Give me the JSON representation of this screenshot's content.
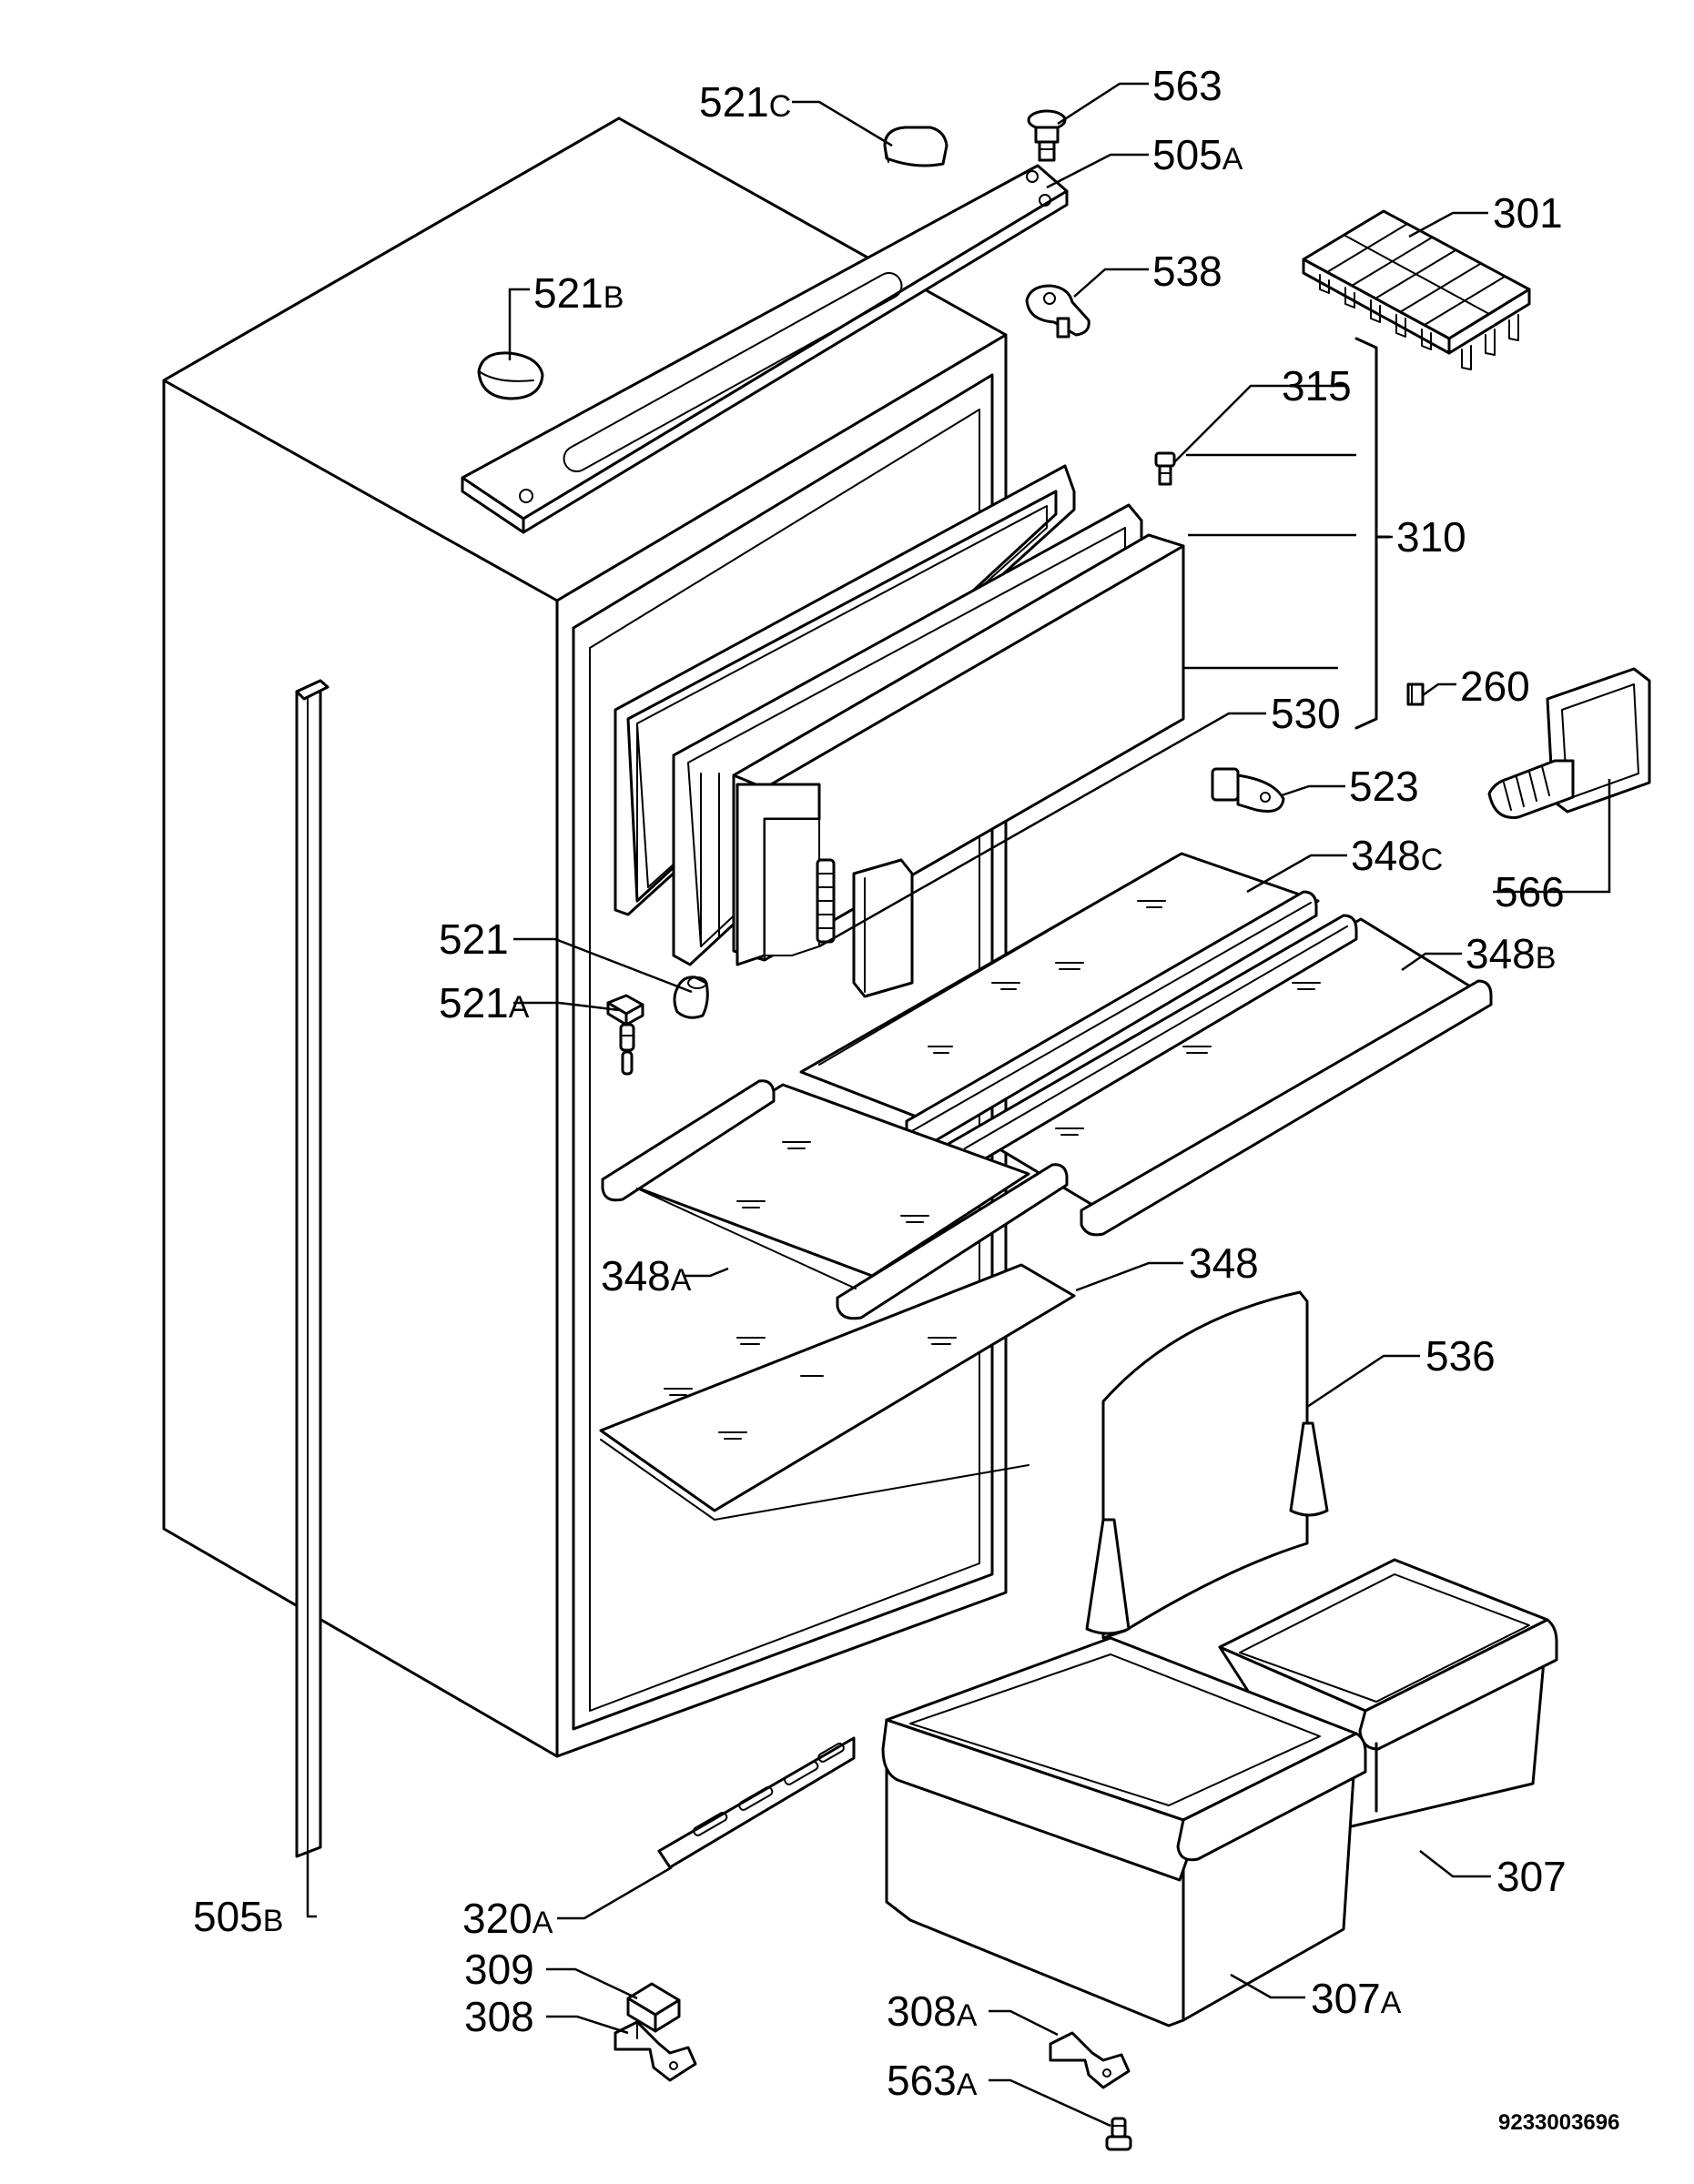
{
  "diagram": {
    "drawing_number": "9233003696",
    "labels": [
      {
        "id": "521C",
        "num": "521",
        "suffix": "C"
      },
      {
        "id": "563",
        "num": "563",
        "suffix": ""
      },
      {
        "id": "505A",
        "num": "505",
        "suffix": "A"
      },
      {
        "id": "301",
        "num": "301",
        "suffix": ""
      },
      {
        "id": "521B",
        "num": "521",
        "suffix": "B"
      },
      {
        "id": "538",
        "num": "538",
        "suffix": ""
      },
      {
        "id": "315",
        "num": "315",
        "suffix": ""
      },
      {
        "id": "310",
        "num": "310",
        "suffix": ""
      },
      {
        "id": "260",
        "num": "260",
        "suffix": ""
      },
      {
        "id": "530",
        "num": "530",
        "suffix": ""
      },
      {
        "id": "523",
        "num": "523",
        "suffix": ""
      },
      {
        "id": "348C",
        "num": "348",
        "suffix": "C"
      },
      {
        "id": "566",
        "num": "566",
        "suffix": ""
      },
      {
        "id": "521",
        "num": "521",
        "suffix": ""
      },
      {
        "id": "348B",
        "num": "348",
        "suffix": "B"
      },
      {
        "id": "521A",
        "num": "521",
        "suffix": "A"
      },
      {
        "id": "348A",
        "num": "348",
        "suffix": "A"
      },
      {
        "id": "348",
        "num": "348",
        "suffix": ""
      },
      {
        "id": "536",
        "num": "536",
        "suffix": ""
      },
      {
        "id": "307",
        "num": "307",
        "suffix": ""
      },
      {
        "id": "505B",
        "num": "505",
        "suffix": "B"
      },
      {
        "id": "320A",
        "num": "320",
        "suffix": "A"
      },
      {
        "id": "309",
        "num": "309",
        "suffix": ""
      },
      {
        "id": "307A",
        "num": "307",
        "suffix": "A"
      },
      {
        "id": "308",
        "num": "308",
        "suffix": ""
      },
      {
        "id": "308A",
        "num": "308",
        "suffix": "A"
      },
      {
        "id": "563A",
        "num": "563",
        "suffix": "A"
      }
    ]
  }
}
